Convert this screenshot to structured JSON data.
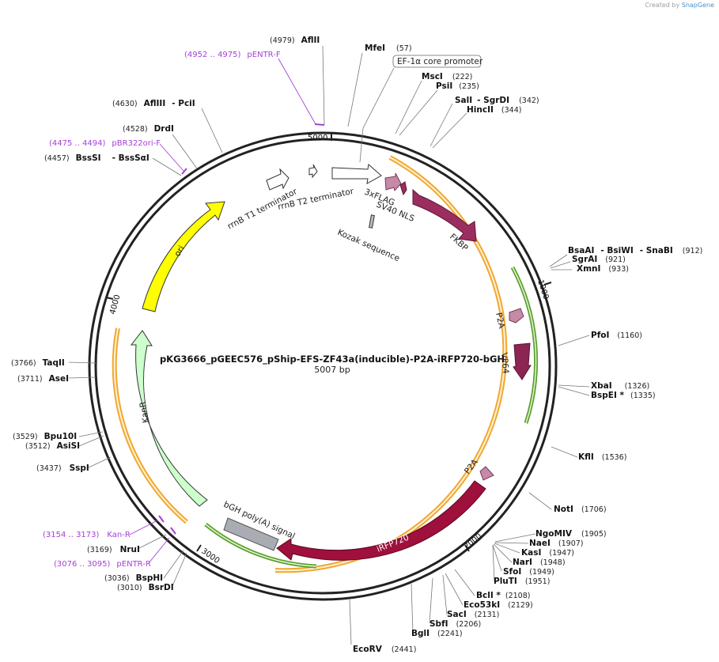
{
  "credit": {
    "prefix": "Created by",
    "brand": "SnapGene"
  },
  "plasmid": {
    "name": "pKG3666_pGEEC576_pShip-EFS-ZF43a(inducible)-P2A-iRFP720-bGH",
    "size": "5007 bp",
    "ticks": [
      "1000",
      "2000",
      "3000",
      "4000",
      "5000"
    ]
  },
  "enzymes": [
    {
      "pos": "(4979)",
      "name": "AflII"
    },
    {
      "pos": "(57)",
      "name": "MfeI"
    },
    {
      "pos": "(222)",
      "name": "MscI"
    },
    {
      "pos": "(235)",
      "name": "PsiI"
    },
    {
      "pos": "(342)",
      "name": "SalI",
      "name2": "- SgrDI"
    },
    {
      "pos": "(344)",
      "name": "HincII"
    },
    {
      "pos": "(912)",
      "name": "BsaAI",
      "name2": "- BsiWI",
      "name3": "- SnaBI"
    },
    {
      "pos": "(921)",
      "name": "SgrAI"
    },
    {
      "pos": "(933)",
      "name": "XmnI"
    },
    {
      "pos": "(1160)",
      "name": "PfoI"
    },
    {
      "pos": "(1326)",
      "name": "XbaI"
    },
    {
      "pos": "(1335)",
      "name": "BspEI *"
    },
    {
      "pos": "(1536)",
      "name": "KflI"
    },
    {
      "pos": "(1706)",
      "name": "NotI"
    },
    {
      "pos": "(1905)",
      "name": "NgoMIV"
    },
    {
      "pos": "(1907)",
      "name": "NaeI"
    },
    {
      "pos": "(1947)",
      "name": "KasI"
    },
    {
      "pos": "(1948)",
      "name": "NarI"
    },
    {
      "pos": "(1949)",
      "name": "SfoI"
    },
    {
      "pos": "(1951)",
      "name": "PluTI"
    },
    {
      "pos": "(2108)",
      "name": "BclI *"
    },
    {
      "pos": "(2129)",
      "name": "Eco53kI"
    },
    {
      "pos": "(2131)",
      "name": "SacI"
    },
    {
      "pos": "(2206)",
      "name": "SbfI"
    },
    {
      "pos": "(2241)",
      "name": "BglI"
    },
    {
      "pos": "(2441)",
      "name": "EcoRV"
    },
    {
      "pos": "(3010)",
      "name": "BsrDI"
    },
    {
      "pos": "(3036)",
      "name": "BspHI"
    },
    {
      "pos": "(3169)",
      "name": "NruI"
    },
    {
      "pos": "(3437)",
      "name": "SspI"
    },
    {
      "pos": "(3512)",
      "name": "AsiSI"
    },
    {
      "pos": "(3529)",
      "name": "Bpu10I"
    },
    {
      "pos": "(3711)",
      "name": "AseI"
    },
    {
      "pos": "(3766)",
      "name": "TaqII"
    },
    {
      "pos": "(4457)",
      "name": "BssSI",
      "name2": "- BssSαI"
    },
    {
      "pos": "(4528)",
      "name": "DrdI"
    },
    {
      "pos": "(4630)",
      "name": "AflIII",
      "name2": "- PciI"
    }
  ],
  "primers": [
    {
      "pos": "(4952 .. 4975)",
      "name": "pENTR-F"
    },
    {
      "pos": "(4475 .. 4494)",
      "name": "pBR322ori-F"
    },
    {
      "pos": "(3154 .. 3173)",
      "name": "Kan-R"
    },
    {
      "pos": "(3076 .. 3095)",
      "name": "pENTR-R"
    }
  ],
  "features": {
    "ef1a": "EF-1α core promoter",
    "flag": "3xFLAG",
    "sv40": "SV40 NLS",
    "kozak": "Kozak sequence",
    "fkbp": "FKBP",
    "p2a_1": "P2A",
    "vp64": "VP64",
    "p2a_2": "P2A",
    "irfp": "iRFP720",
    "bgh": "bGH poly(A) signal",
    "kanr": "KanR",
    "ori": "ori",
    "t1": "rrnB T1 terminator",
    "t2": "rrnB T2 terminator"
  },
  "colors": {
    "orf": "#f0a830",
    "orf_inner": "#fff6e6",
    "green_orf": "#5aa02c",
    "fkbp": "#9b2d5f",
    "p2a": "#c48aa6",
    "vp64": "#8c2552",
    "irfp": "#a0103c",
    "bgh": "#a9adb3",
    "kanr": "#ccffcc",
    "ori": "#ffff00",
    "primer": "#a53fd6"
  }
}
